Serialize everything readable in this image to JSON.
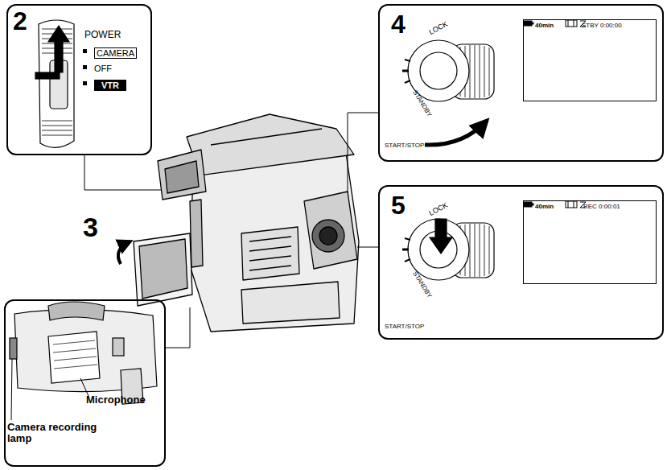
{
  "diagram": {
    "nodes": [
      {
        "text": [
          "2",
          "POWER",
          "CAMERA",
          "OFF",
          "VTR"
        ]
      },
      {
        "text": [
          "4",
          "LOCK",
          "STANDBY",
          "START/STOP"
        ]
      },
      {
        "text": [
          "40min",
          "STBY 0:00:00"
        ],
        "in": 1
      },
      {
        "text": [
          "5",
          "LOCK",
          "STANDBY",
          "START/STOP"
        ]
      },
      {
        "text": [
          "40min",
          "REC 0:00:01"
        ],
        "in": 3
      },
      {
        "text": [
          "Microphone",
          "Camera recording lamp"
        ]
      }
    ],
    "labels": [
      "3"
    ]
  }
}
